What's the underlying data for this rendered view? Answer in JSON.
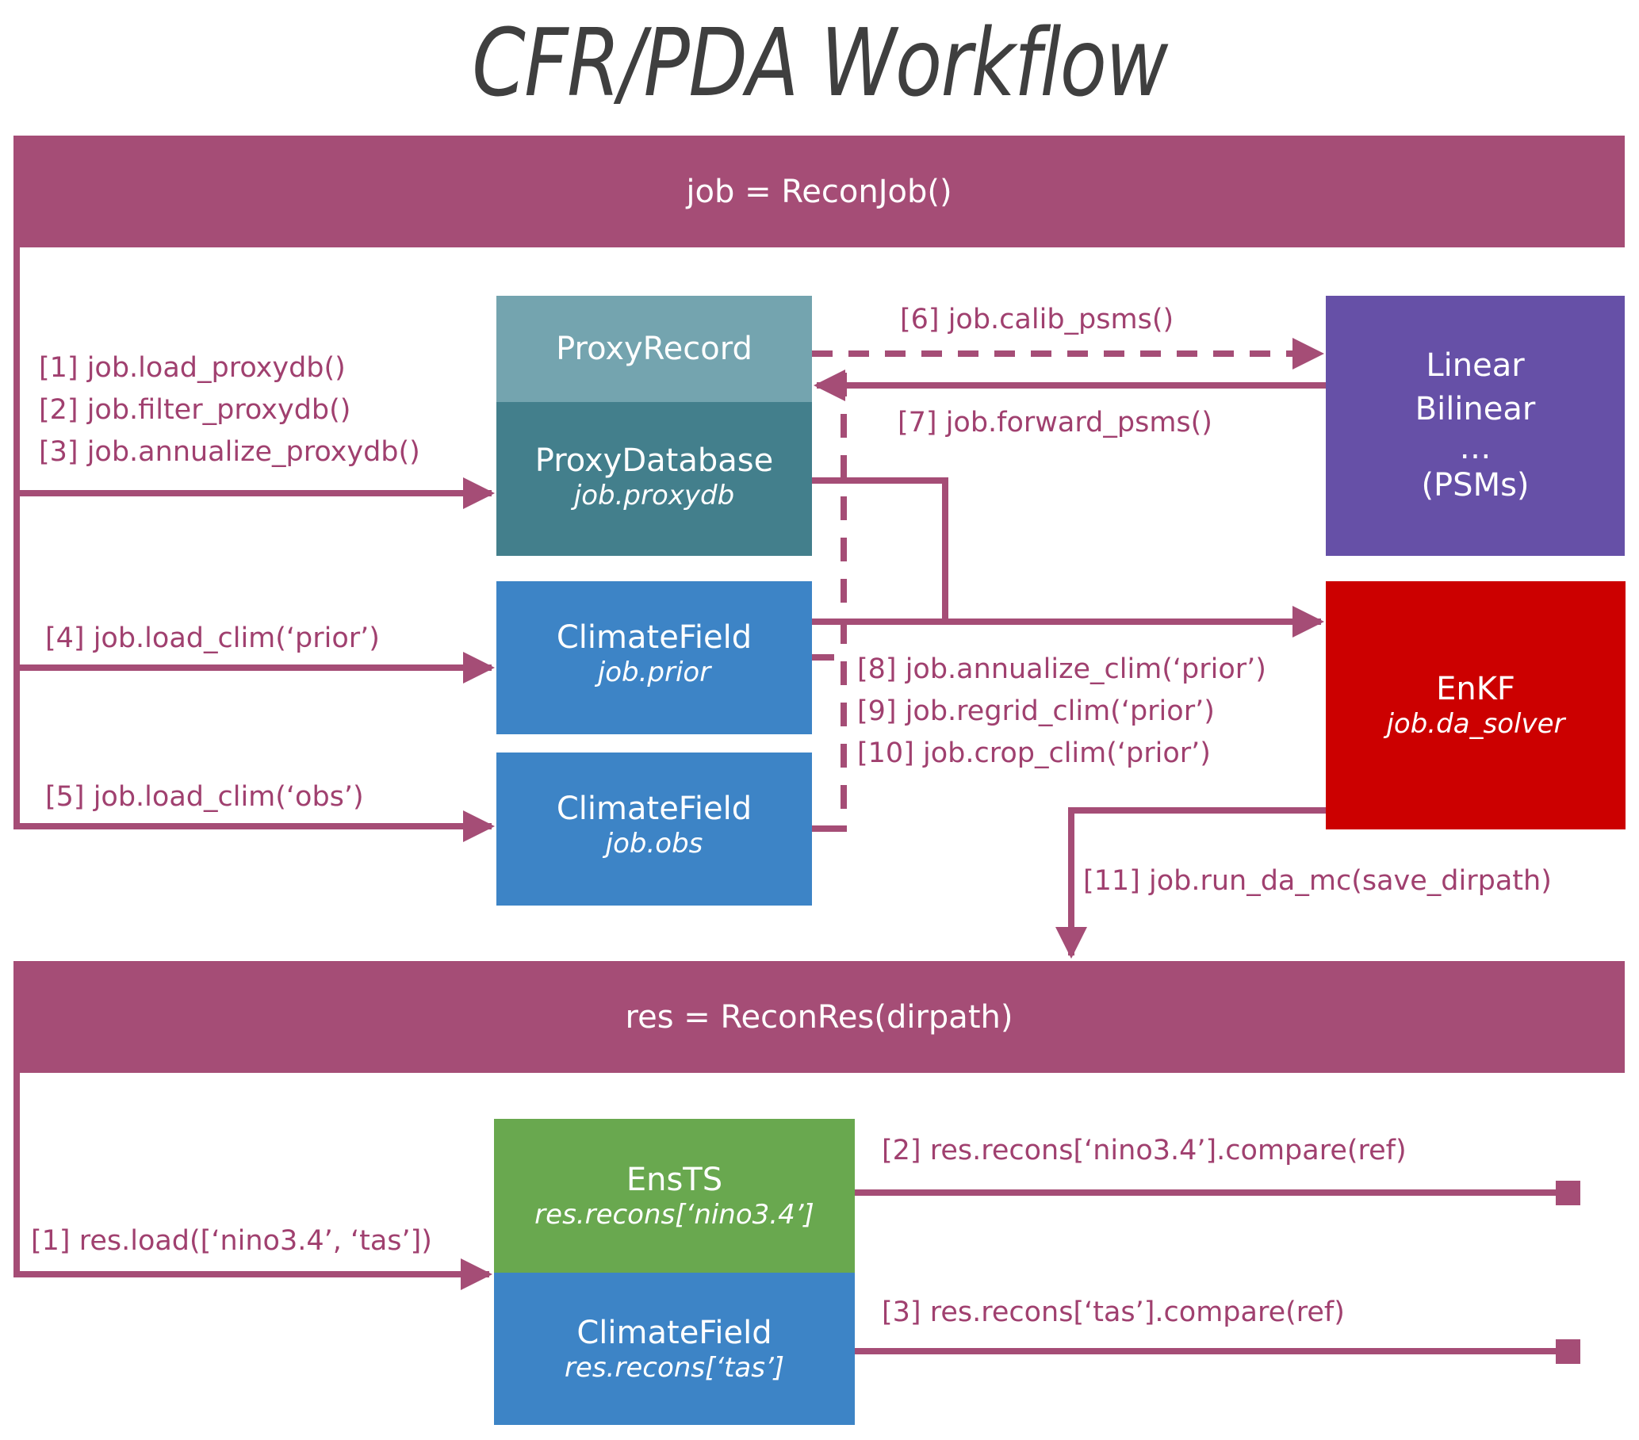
{
  "title": "CFR/PDA Workflow",
  "colors": {
    "flow": "#a54d76",
    "proxy_record": "#74a4af",
    "proxy_database": "#437f8c",
    "climate_field": "#3d84c6",
    "psm": "#6650a7",
    "enkf": "#cc0000",
    "ensts": "#69a84f"
  },
  "job_section": {
    "banner": "job = ReconJob()",
    "steps_proxy": [
      "[1] job.load_proxydb()",
      "[2] job.filter_proxydb()",
      "[3] job.annualize_proxydb()"
    ],
    "step_prior": "[4] job.load_clim(‘prior’)",
    "step_obs": "[5] job.load_clim(‘obs’)",
    "step_calib": "[6] job.calib_psms()",
    "step_forward": "[7] job.forward_psms()",
    "steps_clim": [
      "[8] job.annualize_clim(‘prior’)",
      "[9] job.regrid_clim(‘prior’)",
      "[10] job.crop_clim(‘prior’)"
    ],
    "step_run": "[11] job.run_da_mc(save_dirpath)",
    "boxes": {
      "proxy_record": {
        "title": "ProxyRecord"
      },
      "proxy_database": {
        "title": "ProxyDatabase",
        "sub": "job.proxydb"
      },
      "clim_prior": {
        "title": "ClimateField",
        "sub": "job.prior"
      },
      "clim_obs": {
        "title": "ClimateField",
        "sub": "job.obs"
      },
      "psms": {
        "lines": [
          "Linear",
          "Bilinear",
          "…",
          "(PSMs)"
        ]
      },
      "enkf": {
        "title": "EnKF",
        "sub": "job.da_solver"
      }
    }
  },
  "res_section": {
    "banner": "res = ReconRes(dirpath)",
    "step_load": "[1] res.load([‘nino3.4’, ‘tas’])",
    "step_compare_nino": "[2] res.recons[‘nino3.4’].compare(ref)",
    "step_compare_tas": "[3] res.recons[‘tas’].compare(ref)",
    "boxes": {
      "ensts": {
        "title": "EnsTS",
        "sub": "res.recons[‘nino3.4’]"
      },
      "clim_tas": {
        "title": "ClimateField",
        "sub": "res.recons[‘tas’]"
      }
    }
  }
}
